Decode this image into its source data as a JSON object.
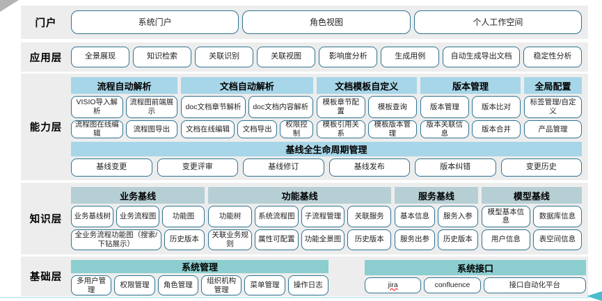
{
  "portal": {
    "label": "门户",
    "items": [
      "系统门户",
      "角色视图",
      "个人工作空间"
    ]
  },
  "application": {
    "label": "应用层",
    "items": [
      "全景展现",
      "知识检索",
      "关联识别",
      "关联视图",
      "影响度分析",
      "生成用例",
      "自动生成导出文档",
      "稳定性分析"
    ]
  },
  "capability": {
    "label": "能力层",
    "groups": [
      {
        "title": "流程自动解析",
        "rows": [
          [
            "VISIO导入解析",
            "流程图前端展示"
          ],
          [
            "流程图在线编辑",
            "流程图导出"
          ]
        ]
      },
      {
        "title": "文档自动解析",
        "rows": [
          [
            "doc文档章节解析",
            "doc文档内容解析"
          ],
          [
            "文档在线编辑",
            "文档导出",
            "权限控制"
          ]
        ]
      },
      {
        "title": "文档模板自定义",
        "rows": [
          [
            "模板章节配置",
            "模板查询"
          ],
          [
            "模板引用关系",
            "模板版本管理"
          ]
        ]
      },
      {
        "title": "版本管理",
        "rows": [
          [
            "版本管理",
            "版本比对"
          ],
          [
            "版本关联信息",
            "版本合并"
          ]
        ]
      },
      {
        "title": "全局配置",
        "rows": [
          [
            "标签管理/自定义"
          ],
          [
            "产品管理"
          ]
        ]
      }
    ],
    "lifecycle": {
      "title": "基线全生命周期管理",
      "items": [
        "基线变更",
        "变更评审",
        "基线修订",
        "基线发布",
        "版本纠错",
        "变更历史"
      ]
    }
  },
  "knowledge": {
    "label": "知识层",
    "groups": [
      {
        "title": "业务基线",
        "rows": [
          [
            "业务基线树",
            "业务流程图",
            "功能图"
          ],
          [
            "全业务流程功能图（搜索/下钻展示）",
            "历史版本"
          ]
        ]
      },
      {
        "title": "功能基线",
        "rows": [
          [
            "功能树",
            "系统流程图",
            "子流程管理",
            "关联服务"
          ],
          [
            "关联业务规则",
            "属性可配置",
            "功能全景图",
            "历史版本"
          ]
        ]
      },
      {
        "title": "服务基线",
        "rows": [
          [
            "基本信息",
            "服务入参"
          ],
          [
            "服务出参",
            "历史版本"
          ]
        ]
      },
      {
        "title": "模型基线",
        "rows": [
          [
            "模型基本信息",
            "数据库信息"
          ],
          [
            "用户信息",
            "表空间信息"
          ]
        ]
      }
    ]
  },
  "base": {
    "label": "基础层",
    "groups": [
      {
        "title": "系统管理",
        "items": [
          "多用户管理",
          "权限管理",
          "角色管理",
          "组织机构管理",
          "菜单管理",
          "操作日志"
        ]
      },
      {
        "title": "系统接口",
        "items": [
          "jira",
          "confluence",
          "接口自动化平台"
        ]
      }
    ]
  },
  "colors": {
    "band_background": "#ededed",
    "capability_header": "#a7d6e8",
    "knowledge_header": "#b6cfd4",
    "base_header": "#8ccecf",
    "box_border": "#2e7391",
    "bottom_line": "#cfe9f3",
    "bottom_arrow": "#4bbccd"
  }
}
